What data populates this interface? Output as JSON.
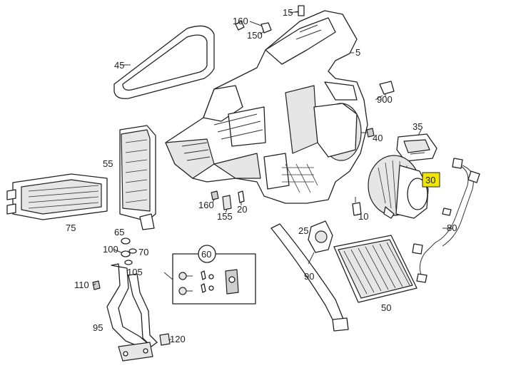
{
  "callouts": {
    "c5": "5",
    "c10": "10",
    "c15": "15",
    "c20": "20",
    "c25": "25",
    "c30": "30",
    "c35": "35",
    "c40": "40",
    "c45": "45",
    "c50": "50",
    "c55": "55",
    "c60": "60",
    "c65": "65",
    "c70": "70",
    "c75": "75",
    "c80": "80",
    "c90": "90",
    "c95": "95",
    "c100": "100",
    "c105": "105",
    "c110": "110",
    "c120": "120",
    "c150": "150",
    "c155": "155",
    "c160a": "160",
    "c160b": "160",
    "c900": "900"
  },
  "highlight": {
    "part": "30",
    "color": "#f2e600"
  }
}
